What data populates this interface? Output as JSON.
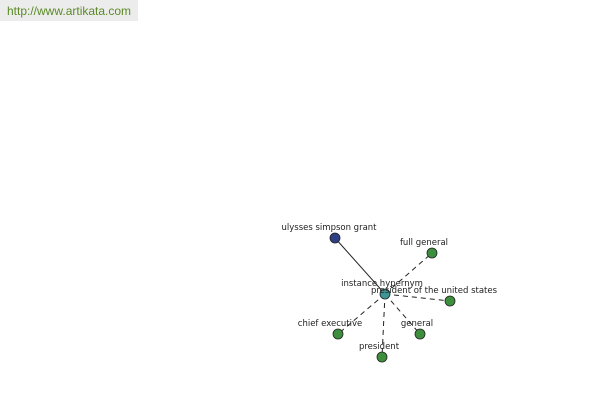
{
  "header": {
    "url": "http://www.artikata.com"
  },
  "graph": {
    "colors": {
      "root_node": "#2e3f86",
      "hub_node": "#3f9494",
      "leaf_node": "#3d8f3d",
      "edge": "#222222"
    },
    "nodes": {
      "root": "ulysses simpson grant",
      "hub": "instance hypernym",
      "full_general": "full general",
      "president_us": "president of the united states",
      "general": "general",
      "president": "president",
      "chief_executive": "chief executive"
    }
  }
}
